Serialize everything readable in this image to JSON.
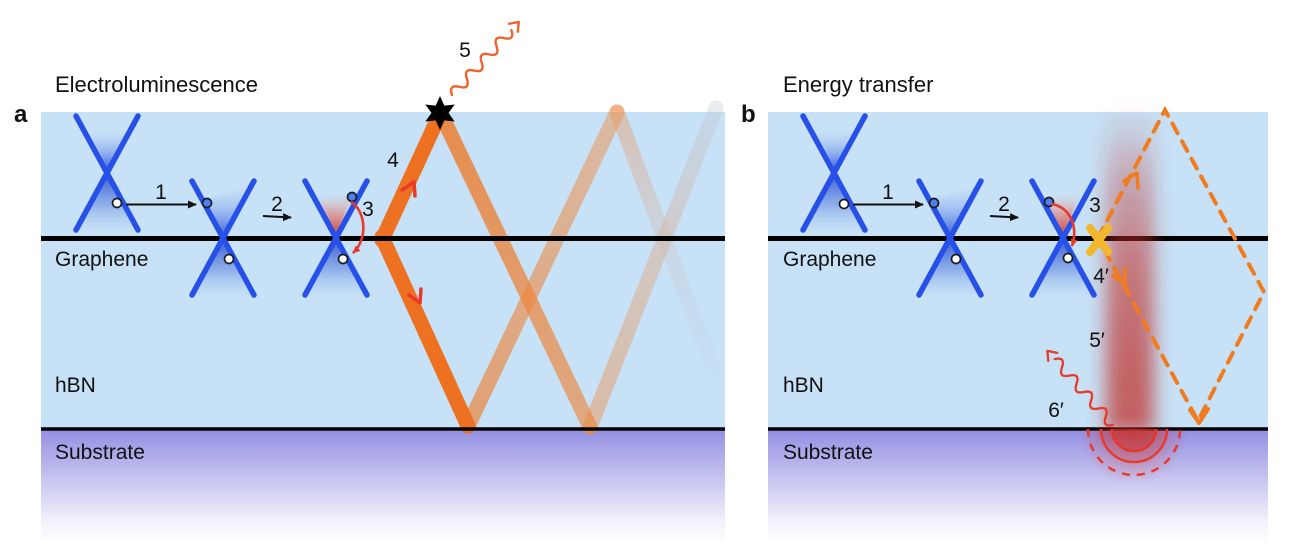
{
  "figure": {
    "colors": {
      "hbn_fill": "#C7E1F6",
      "substrate_top": "#928FE3",
      "cone_blue": "#2750E8",
      "polariton_orange": "#ED7120",
      "dashed_orange": "#F07C1F",
      "hot_red": "#E8392B",
      "blocked_yellow": "#F2B72B",
      "graphene_line": "#000000"
    },
    "panel_a": {
      "letter": "a",
      "title": "Electroluminescence",
      "layer_labels": {
        "graphene": "Graphene",
        "hbn": "hBN",
        "substrate": "Substrate"
      },
      "step_labels": {
        "injection": "1",
        "transport": "2",
        "relaxation": "3",
        "polariton_emission": "4",
        "photon_out": "5"
      }
    },
    "panel_b": {
      "letter": "b",
      "title": "Energy transfer",
      "layer_labels": {
        "graphene": "Graphene",
        "hbn": "hBN",
        "substrate": "Substrate"
      },
      "step_labels": {
        "injection": "1",
        "transport": "2",
        "relaxation": "3",
        "suppressed_polariton": "4′",
        "energy_transfer": "5′",
        "substrate_emission": "6′"
      }
    }
  }
}
